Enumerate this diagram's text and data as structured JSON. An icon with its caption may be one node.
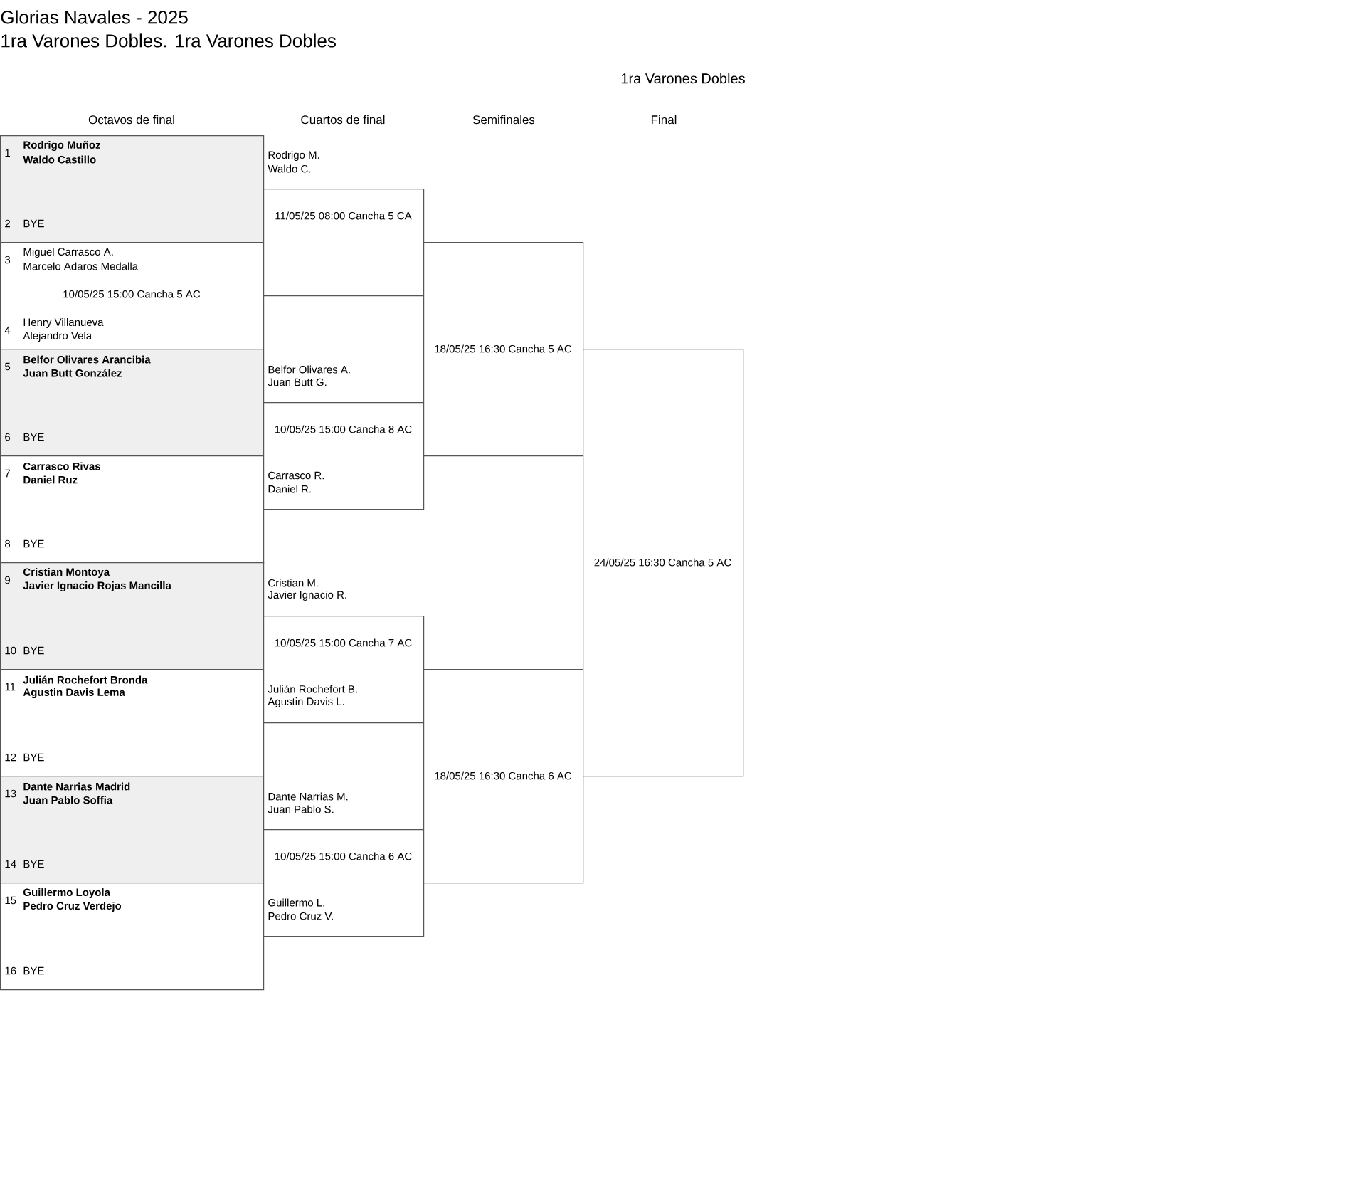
{
  "diagram": {
    "title": "Glorias Navales - 2025",
    "nodes": [
      {
        "text": [
          "1",
          "Rodrigo Muñoz",
          "Waldo Castillo",
          "2",
          "BYE"
        ]
      },
      {
        "text": [
          "3",
          "Miguel Carrasco A.",
          "Marcelo Adaros Medalla",
          "10/05/25 15:00 Cancha 5 AC",
          "4",
          "Henry Villanueva",
          "Alejandro Vela"
        ]
      },
      {
        "text": [
          "5",
          "Belfor Olivares Arancibia",
          "Juan Butt González",
          "6",
          "BYE"
        ]
      },
      {
        "text": [
          "7",
          "Carrasco Rivas",
          "Daniel Ruz",
          "8",
          "BYE"
        ]
      },
      {
        "text": [
          "9",
          "Cristian Montoya",
          "Javier Ignacio Rojas Mancilla",
          "10",
          "BYE"
        ]
      },
      {
        "text": [
          "11",
          "Julián Rochefort Bronda",
          "Agustin Davis Lema",
          "12",
          "BYE"
        ]
      },
      {
        "text": [
          "13",
          "Dante Narrias Madrid",
          "Juan Pablo Soffia",
          "14",
          "BYE"
        ]
      },
      {
        "text": [
          "15",
          "Guillermo Loyola",
          "Pedro Cruz Verdejo",
          "16",
          "BYE"
        ]
      },
      {
        "text": [
          "11/05/25 08:00 Cancha 5 CA"
        ],
        "beside": [
          "Rodrigo M.",
          "Waldo C."
        ]
      },
      {
        "text": [
          "10/05/25 15:00 Cancha 8 AC",
          "Carrasco R.",
          "Daniel R."
        ],
        "beside": [
          "Belfor Olivares A.",
          "Juan Butt G."
        ]
      },
      {
        "text": [
          "10/05/25 15:00 Cancha 7 AC",
          "Julián Rochefort B.",
          "Agustin Davis L."
        ],
        "beside": [
          "Cristian M.",
          "Javier Ignacio R."
        ]
      },
      {
        "text": [
          "10/05/25 15:00 Cancha 6 AC",
          "Guillermo L.",
          "Pedro Cruz V."
        ],
        "beside": [
          "Dante Narrias M.",
          "Juan Pablo S."
        ]
      },
      {
        "text": [
          "18/05/25 16:30 Cancha 5 AC"
        ]
      },
      {
        "text": [
          "18/05/25 16:30 Cancha 6 AC"
        ]
      },
      {
        "text": [
          "24/05/25 16:30 Cancha 5 AC"
        ]
      }
    ],
    "labels": [
      "1ra Varones Dobles. 1ra Varones Dobles",
      "1ra Varones Dobles",
      "Octavos de final",
      "Cuartos de final",
      "Semifinales",
      "Final"
    ]
  }
}
